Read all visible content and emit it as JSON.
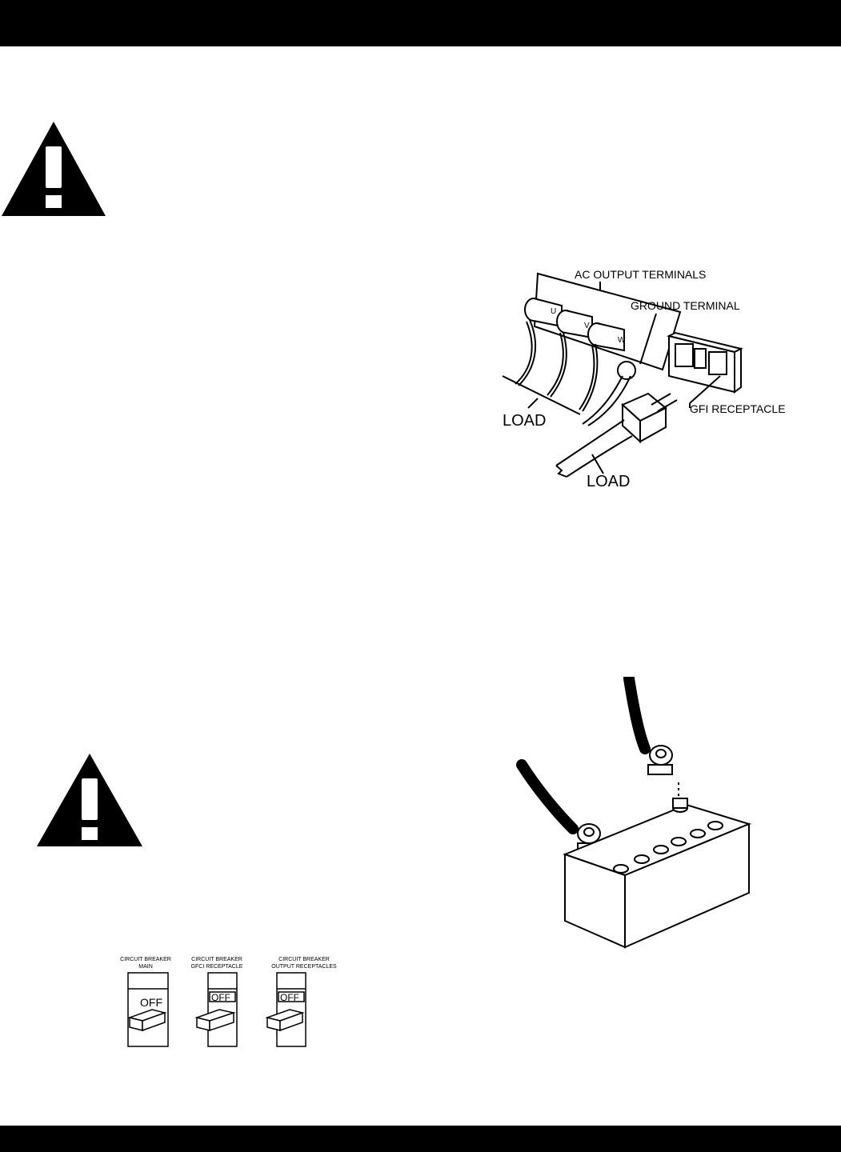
{
  "colors": {
    "bar": "#000000",
    "background": "#ffffff",
    "ink": "#000000"
  },
  "icons": {
    "warning_top": "warning-exclamation-icon",
    "warning_bottom": "warning-exclamation-icon"
  },
  "ac_diagram": {
    "ac_output_terminals": "AC OUTPUT TERMINALS",
    "ground_terminal": "GROUND TERMINAL",
    "gfi_receptacle": "GFI RECEPTACLE",
    "load_left": "LOAD",
    "load_bottom": "LOAD",
    "terminal_u": "U",
    "terminal_v": "V",
    "terminal_w": "W"
  },
  "breakers": [
    {
      "line1": "CIRCUIT BREAKER",
      "line2": "MAIN",
      "state": "OFF"
    },
    {
      "line1": "CIRCUIT BREAKER",
      "line2": "GFCI  RECEPTACLE",
      "state": "OFF"
    },
    {
      "line1": "CIRCUIT BREAKER",
      "line2": "OUTPUT  RECEPTACLES",
      "state": "OFF"
    }
  ]
}
